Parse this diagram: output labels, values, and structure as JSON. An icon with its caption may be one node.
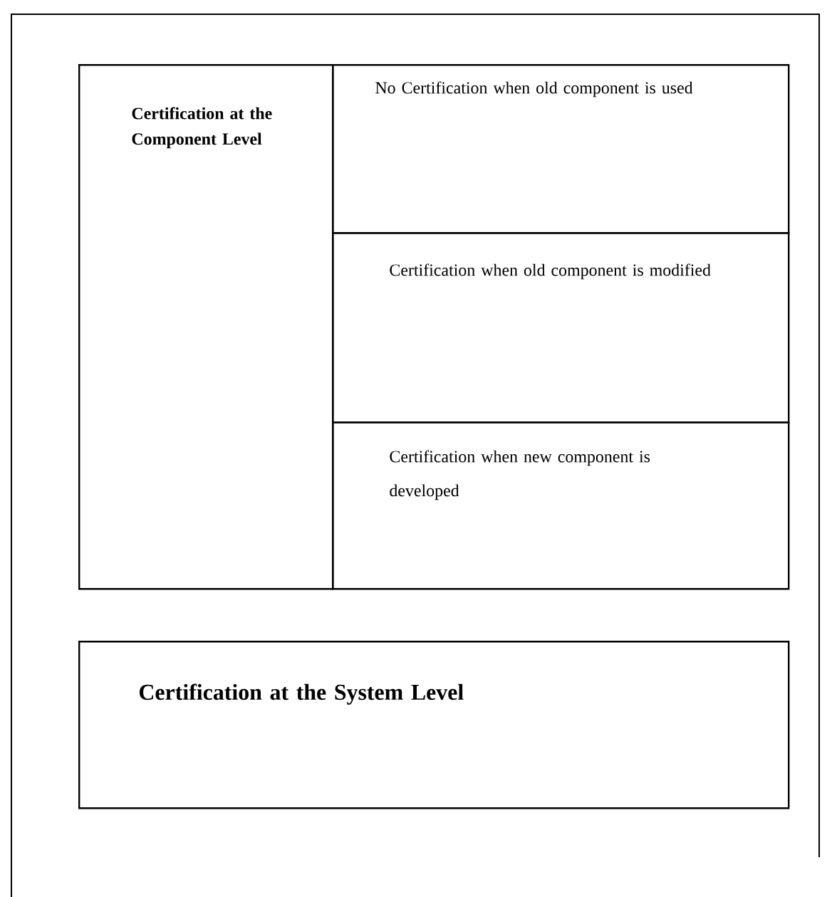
{
  "diagram": {
    "nodes": [
      {
        "text": [
          "Certification at the Component Level"
        ]
      },
      {
        "text": [
          "No Certification when old component is used"
        ]
      },
      {
        "text": [
          "Certification when old component is modified"
        ]
      },
      {
        "text": [
          "Certification when new component is developed"
        ]
      },
      {
        "text": [
          "Certification at the System Level"
        ]
      }
    ]
  }
}
